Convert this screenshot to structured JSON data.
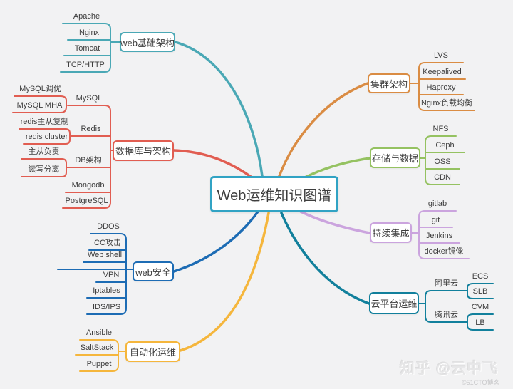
{
  "title": "Web运维知识图谱",
  "watermark": {
    "main": "知乎 @云中飞",
    "credit": "©51CTO博客"
  },
  "colors": {
    "background": "#f2f2f3",
    "center_border": "#31a3c4",
    "web_infra": "#4aa8b5",
    "database": "#e15d51",
    "web_security": "#1d6cb4",
    "automation": "#f5b63c",
    "cluster": "#da8c43",
    "storage": "#95c261",
    "ci": "#cba4de",
    "cloud": "#12809c",
    "text": "#3d3d3d"
  },
  "branches": [
    {
      "label": "web基础架构",
      "side": "left",
      "color": "#4aa8b5",
      "children": [
        {
          "label": "Apache"
        },
        {
          "label": "Nginx"
        },
        {
          "label": "Tomcat"
        },
        {
          "label": "TCP/HTTP"
        }
      ]
    },
    {
      "label": "数据库与架构",
      "side": "left",
      "color": "#e15d51",
      "children": [
        {
          "label": "MySQL",
          "children": [
            {
              "label": "MySQL调优"
            },
            {
              "label": "MySQL MHA"
            }
          ]
        },
        {
          "label": "Redis",
          "children": [
            {
              "label": "redis主从复制"
            },
            {
              "label": "redis cluster"
            }
          ]
        },
        {
          "label": "DB架构",
          "children": [
            {
              "label": "主从负责"
            },
            {
              "label": "读写分离"
            }
          ]
        },
        {
          "label": "Mongodb"
        },
        {
          "label": "PostgreSQL"
        }
      ]
    },
    {
      "label": "web安全",
      "side": "left",
      "color": "#1d6cb4",
      "children": [
        {
          "label": "DDOS"
        },
        {
          "label": "CC攻击"
        },
        {
          "label": "Web shell"
        },
        {
          "label": "VPN"
        },
        {
          "label": "Iptables"
        },
        {
          "label": "IDS/IPS"
        }
      ]
    },
    {
      "label": "自动化运维",
      "side": "left",
      "color": "#f5b63c",
      "children": [
        {
          "label": "Ansible"
        },
        {
          "label": "SaltStack"
        },
        {
          "label": "Puppet"
        }
      ]
    },
    {
      "label": "集群架构",
      "side": "right",
      "color": "#da8c43",
      "children": [
        {
          "label": "LVS"
        },
        {
          "label": "Keepalived"
        },
        {
          "label": "Haproxy"
        },
        {
          "label": "Nginx负载均衡"
        }
      ]
    },
    {
      "label": "存储与数据",
      "side": "right",
      "color": "#95c261",
      "children": [
        {
          "label": "NFS"
        },
        {
          "label": "Ceph"
        },
        {
          "label": "OSS"
        },
        {
          "label": "CDN"
        }
      ]
    },
    {
      "label": "持续集成",
      "side": "right",
      "color": "#cba4de",
      "children": [
        {
          "label": "gitlab"
        },
        {
          "label": "git"
        },
        {
          "label": "Jenkins"
        },
        {
          "label": "docker镜像"
        }
      ]
    },
    {
      "label": "云平台运维",
      "side": "right",
      "color": "#12809c",
      "children": [
        {
          "label": "阿里云",
          "children": [
            {
              "label": "ECS"
            },
            {
              "label": "SLB"
            }
          ]
        },
        {
          "label": "腾讯云",
          "children": [
            {
              "label": "CVM"
            },
            {
              "label": "LB"
            }
          ]
        }
      ]
    }
  ]
}
